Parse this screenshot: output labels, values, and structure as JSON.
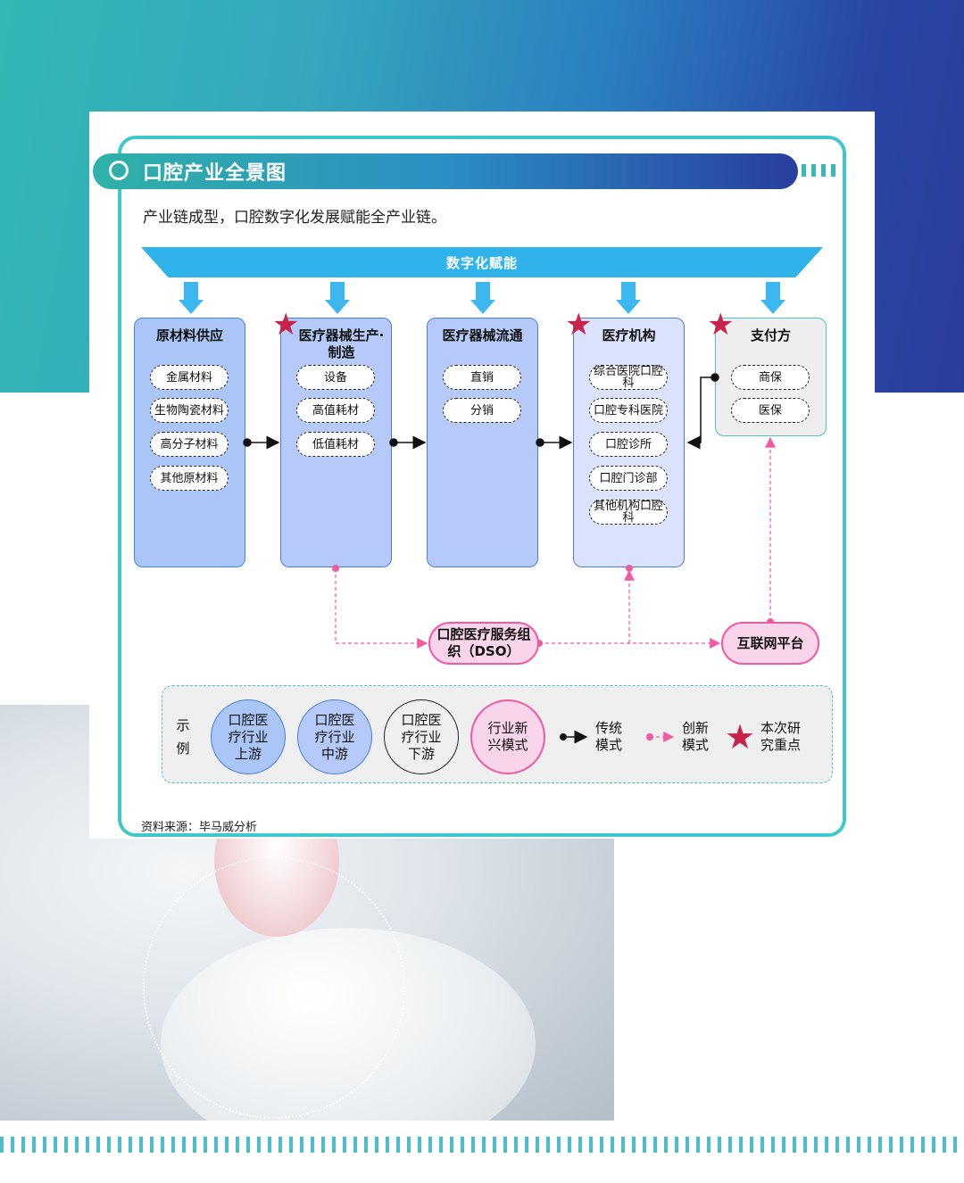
{
  "header": {
    "title": "口腔产业全景图",
    "subtitle": "产业链成型，口腔数字化发展赋能全产业链。",
    "source": "资料来源：毕马威分析"
  },
  "banner": {
    "label": "数字化赋能"
  },
  "columns": {
    "raw_materials": {
      "title": "原材料供应",
      "items": [
        "金属材料",
        "生物陶瓷材料",
        "高分子材料",
        "其他原材料"
      ]
    },
    "manufacturing": {
      "title": "医疗器械生产·制造",
      "items": [
        "设备",
        "高值耗材",
        "低值耗材"
      ]
    },
    "distribution": {
      "title": "医疗器械流通",
      "items": [
        "直销",
        "分销"
      ]
    },
    "institutions": {
      "title": "医疗机构",
      "items": [
        "综合医院口腔科",
        "口腔专科医院",
        "口腔诊所",
        "口腔门诊部",
        "其他机构口腔科"
      ]
    },
    "payers": {
      "title": "支付方",
      "items": [
        "商保",
        "医保"
      ]
    }
  },
  "new_models": {
    "dso": "口腔医疗服务组织（DSO）",
    "internet": "互联网平台"
  },
  "legend": {
    "label": "示例",
    "upstream": "口腔医疗行业上游",
    "midstream": "口腔医疗行业中游",
    "downstream": "口腔医疗行业下游",
    "new_model": "行业新兴模式",
    "traditional": "传统模式",
    "innovative": "创新模式",
    "focus": "本次研究重点"
  },
  "colors": {
    "upstream": "#a9c6f7",
    "midstream": "#b5caf8",
    "downstream": "#dbe2fb",
    "new_model": "#f8d5ea",
    "star": "#c8234b",
    "accent": "#3fc8c8"
  },
  "icons": {
    "star": "star-icon",
    "arrow": "arrow-down-icon"
  }
}
